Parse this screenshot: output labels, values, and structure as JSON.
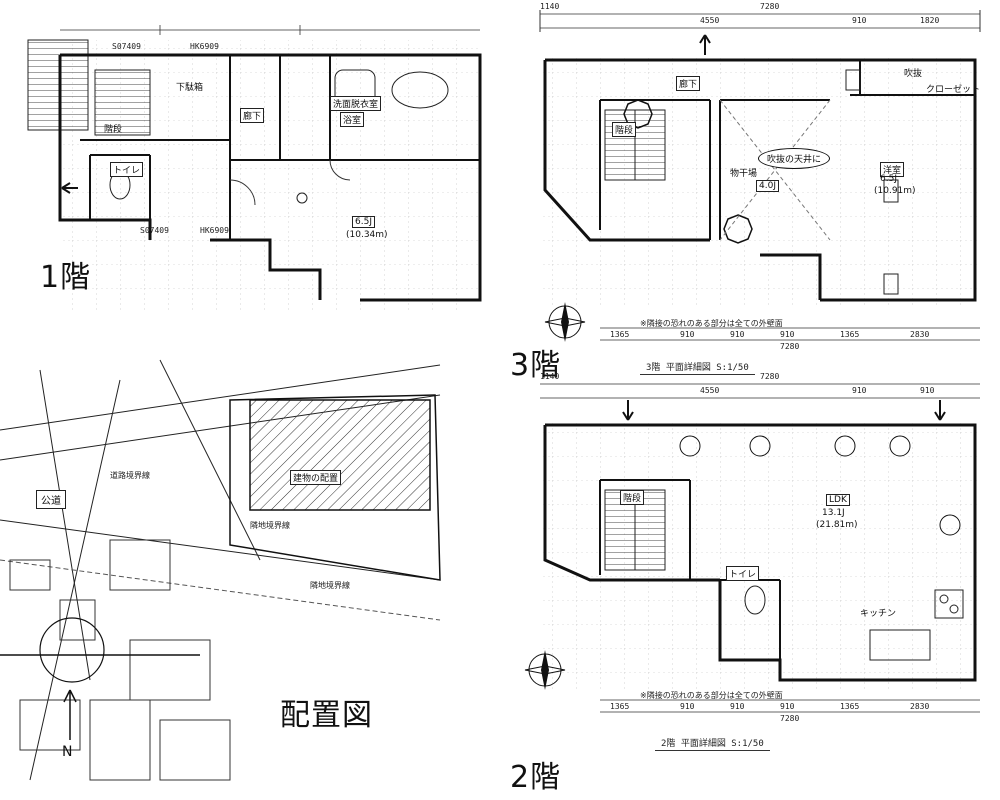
{
  "floors": {
    "first": {
      "label": "1階",
      "rooms": {
        "stairs": "階段",
        "toilet": "トイレ",
        "hall": "廊下",
        "bath": "浴室",
        "laundry": "洗面脱衣室",
        "shoe": "下駄箱",
        "main_area": "(10.34m)",
        "main_size": "6.5J"
      },
      "dims": [
        "S07409",
        "HK6909",
        "S07409",
        "HK6909"
      ]
    },
    "third": {
      "label": "3階",
      "caption": "3階 平面詳細図 S:1/50",
      "rooms": {
        "stairs": "階段",
        "hall": "廊下",
        "bed1": "洋室",
        "bed1_size": "6.5J",
        "bed2_area": "(10.91m)",
        "closet": "クローゼット",
        "storage": "吹抜",
        "void": "物干場",
        "highlight": "吹抜の天井に",
        "highlight_sub": "4.0J"
      },
      "top_dims": [
        "1140",
        "4550",
        "910",
        "1820"
      ],
      "overall": "7280",
      "bottom_dims": [
        "1365",
        "910",
        "910",
        "910",
        "1365",
        "2830"
      ],
      "bottom_overall": "7280",
      "note_bottom": "※隣接の恐れのある部分は全ての外壁面"
    },
    "second": {
      "label": "2階",
      "caption": "2階 平面詳細図 S:1/50",
      "rooms": {
        "stairs": "階段",
        "toilet": "トイレ",
        "ldk": "LDK",
        "ldk_size": "13.1J",
        "ldk_area": "(21.81m)",
        "kitchen": "キッチン"
      },
      "top_dims": [
        "1140",
        "4550",
        "910",
        "910"
      ],
      "overall": "7280",
      "bottom_dims": [
        "1365",
        "910",
        "910",
        "910",
        "1365",
        "2830"
      ],
      "bottom_overall": "7280",
      "note_bottom": "※隣接の恐れのある部分は全ての外壁面"
    }
  },
  "site_plan": {
    "label": "配置図",
    "road": "公道",
    "hatched_area": "建物の配置",
    "north": "N",
    "notes": [
      "隣地境界線",
      "道路境界線",
      "隣地境界線"
    ]
  }
}
